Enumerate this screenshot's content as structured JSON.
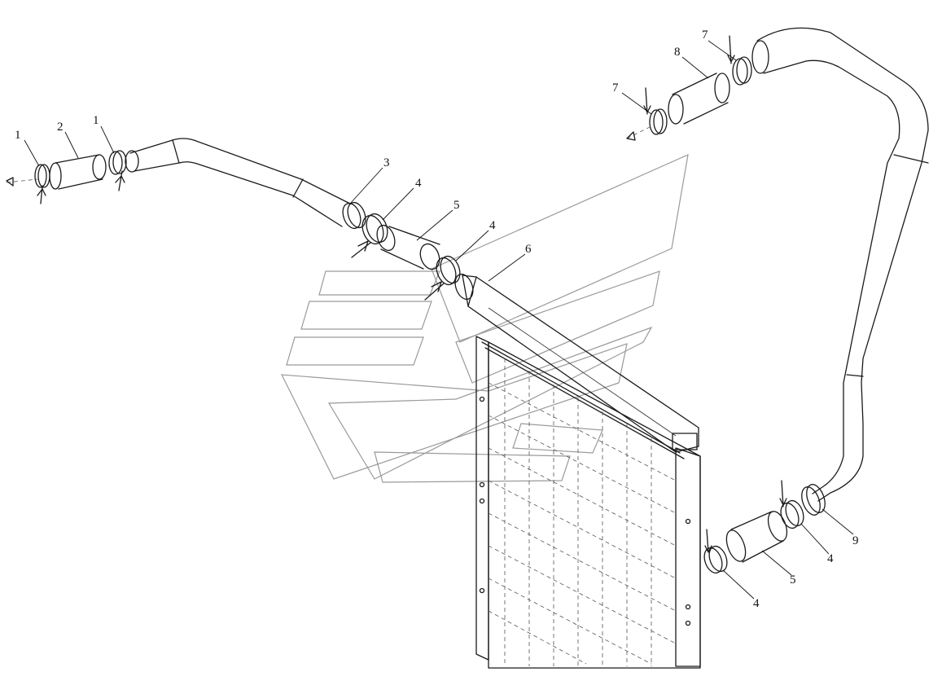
{
  "callouts": [
    {
      "id": "c1a",
      "text": "1"
    },
    {
      "id": "c2",
      "text": "2"
    },
    {
      "id": "c1b",
      "text": "1"
    },
    {
      "id": "c3",
      "text": "3"
    },
    {
      "id": "c4a",
      "text": "4"
    },
    {
      "id": "c5a",
      "text": "5"
    },
    {
      "id": "c4b",
      "text": "4"
    },
    {
      "id": "c6",
      "text": "6"
    },
    {
      "id": "c7a",
      "text": "7"
    },
    {
      "id": "c8",
      "text": "8"
    },
    {
      "id": "c7b",
      "text": "7"
    },
    {
      "id": "c9",
      "text": "9"
    },
    {
      "id": "c4c",
      "text": "4"
    },
    {
      "id": "c5b",
      "text": "5"
    },
    {
      "id": "c4d",
      "text": "4"
    }
  ]
}
